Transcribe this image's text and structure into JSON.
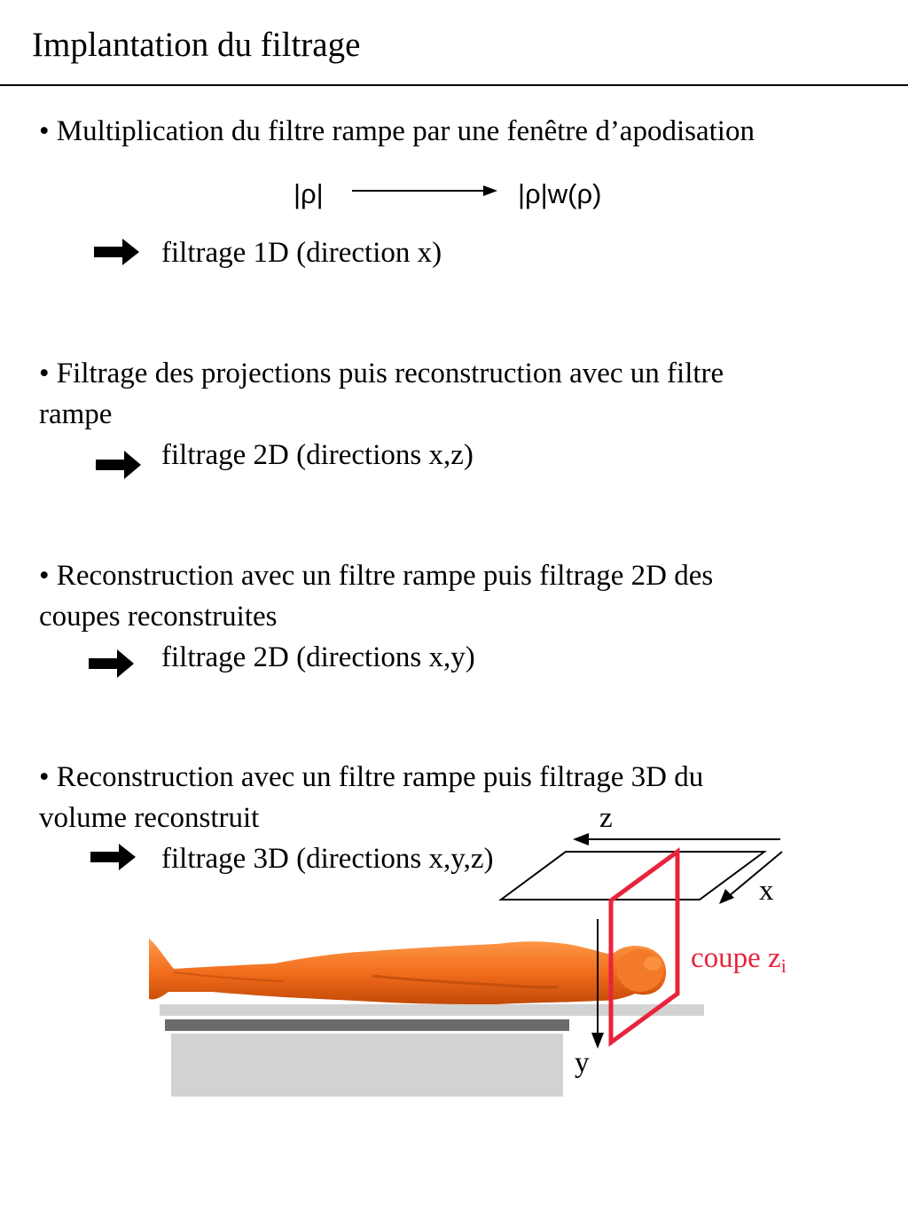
{
  "slide": {
    "title": "Implantation du filtrage"
  },
  "bullet1": {
    "text": "• Multiplication du filtre rampe par une fenêtre d’apodisation",
    "formula_left": "|ρ|",
    "formula_right": "|ρ|w(ρ)",
    "result": "filtrage 1D (direction x)"
  },
  "bullet2": {
    "line1": "• Filtrage des projections puis reconstruction avec un filtre",
    "line2": "rampe",
    "result": "filtrage 2D (directions x,z)"
  },
  "bullet3": {
    "line1": "• Reconstruction avec un filtre rampe puis filtrage 2D des",
    "line2": "coupes reconstruites",
    "result": "filtrage 2D (directions x,y)"
  },
  "bullet4": {
    "line1": "• Reconstruction avec un filtre rampe puis filtrage 3D du",
    "line2": "volume reconstruit",
    "result": "filtrage 3D (directions x,y,z)"
  },
  "diagram": {
    "axis_z": "z",
    "axis_x": "x",
    "axis_y": "y",
    "slice_label": "coupe z",
    "slice_sub": "i",
    "colors": {
      "slice": "#e8243c",
      "body": "#f06a1a",
      "table_light": "#d2d2d2",
      "table_dark": "#6b6b6b"
    }
  }
}
